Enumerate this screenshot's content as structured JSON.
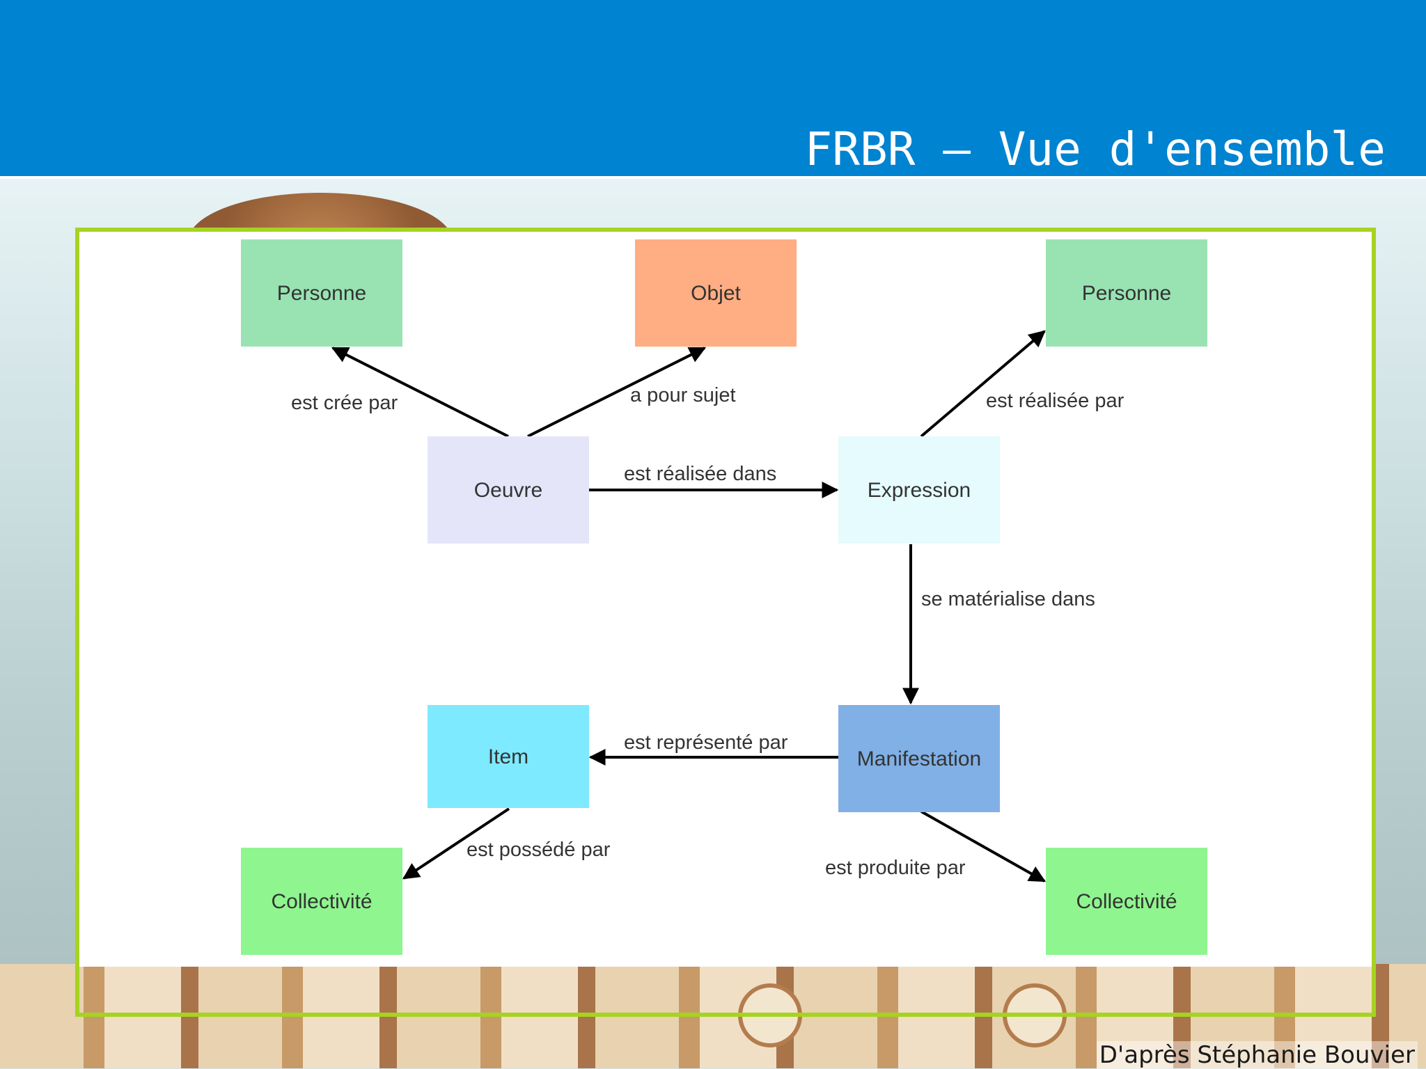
{
  "slide": {
    "title": "FRBR – Vue d'ensemble",
    "credit": "D'après Stéphanie Bouvier"
  },
  "colors": {
    "header": "#0083d1",
    "panel_border": "#a6d322",
    "personne": "#99e3b3",
    "objet": "#ffad82",
    "oeuvre": "#e5e5fa",
    "expression": "#e5fbfd",
    "item": "#7eeaff",
    "manifestation": "#80b0e5",
    "collectivite": "#8ff58f"
  },
  "diagram": {
    "nodes": [
      {
        "id": "personne1",
        "label": "Personne"
      },
      {
        "id": "objet",
        "label": "Objet"
      },
      {
        "id": "personne2",
        "label": "Personne"
      },
      {
        "id": "oeuvre",
        "label": "Oeuvre"
      },
      {
        "id": "expression",
        "label": "Expression"
      },
      {
        "id": "item",
        "label": "Item"
      },
      {
        "id": "manifestation",
        "label": "Manifestation"
      },
      {
        "id": "collectivite1",
        "label": "Collectivité"
      },
      {
        "id": "collectivite2",
        "label": "Collectivité"
      }
    ],
    "edges": [
      {
        "from": "oeuvre",
        "to": "personne1",
        "label": "est crée par"
      },
      {
        "from": "oeuvre",
        "to": "objet",
        "label": "a pour sujet"
      },
      {
        "from": "expression",
        "to": "personne2",
        "label": "est réalisée par"
      },
      {
        "from": "oeuvre",
        "to": "expression",
        "label": "est réalisée dans"
      },
      {
        "from": "expression",
        "to": "manifestation",
        "label": "se matérialise dans"
      },
      {
        "from": "manifestation",
        "to": "item",
        "label": "est représenté par"
      },
      {
        "from": "item",
        "to": "collectivite1",
        "label": "est possédé par"
      },
      {
        "from": "manifestation",
        "to": "collectivite2",
        "label": "est produite par"
      }
    ]
  }
}
